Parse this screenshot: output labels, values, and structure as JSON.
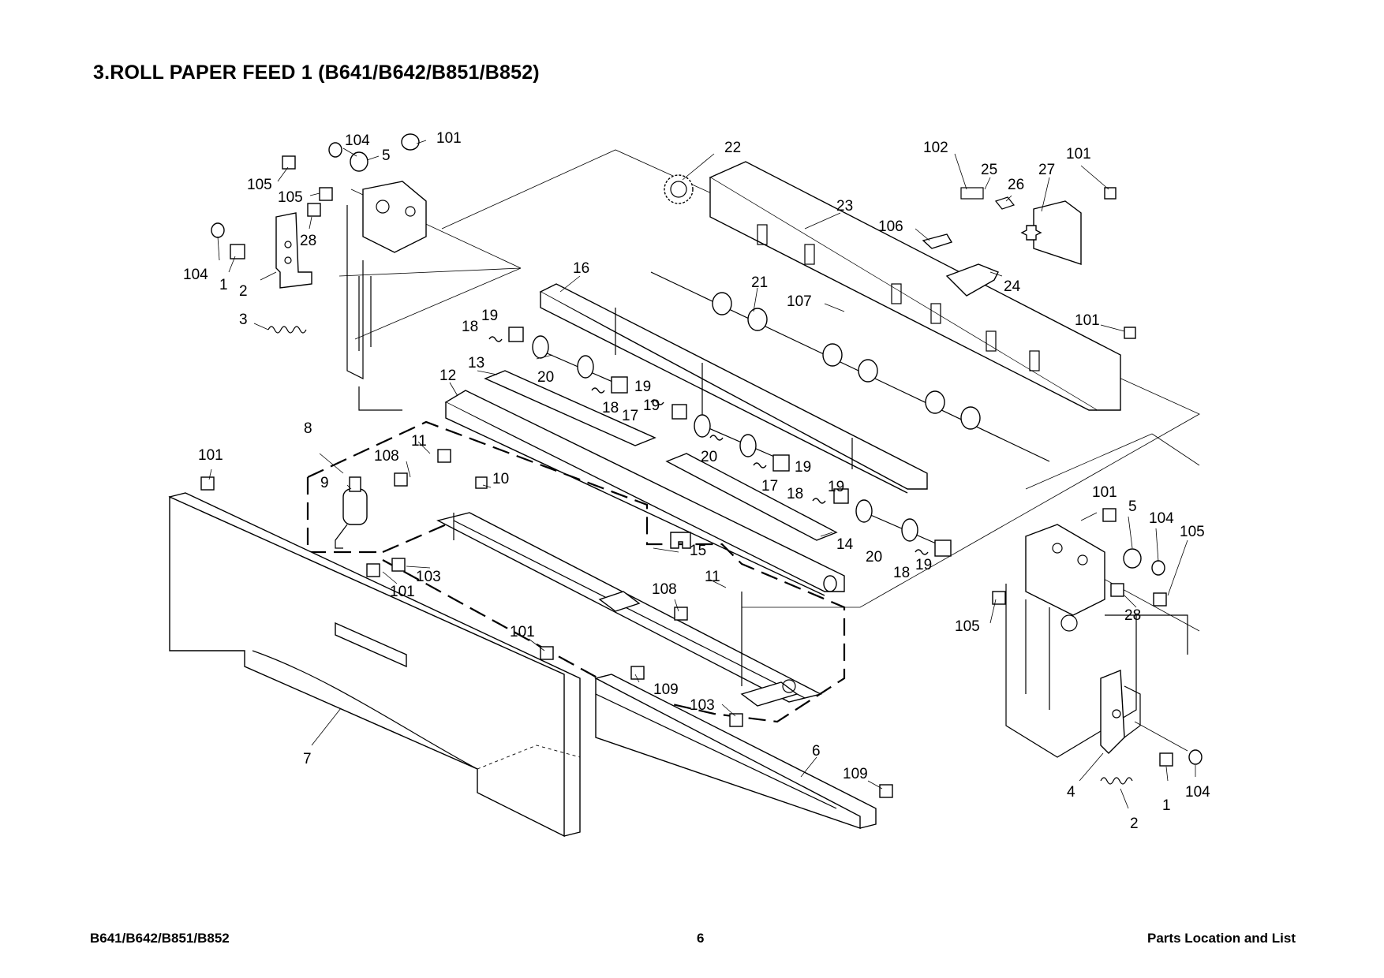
{
  "page": {
    "title": "3.ROLL PAPER FEED 1 (B641/B642/B851/B852)",
    "footer_left": "B641/B642/B851/B852",
    "footer_page": "6",
    "footer_right": "Parts Location and List"
  },
  "diagram": {
    "callouts": [
      {
        "id": "c1",
        "label": "104"
      },
      {
        "id": "c2",
        "label": "101"
      },
      {
        "id": "c3",
        "label": "5"
      },
      {
        "id": "c4",
        "label": "105"
      },
      {
        "id": "c5",
        "label": "105"
      },
      {
        "id": "c6",
        "label": "28"
      },
      {
        "id": "c7",
        "label": "104"
      },
      {
        "id": "c8",
        "label": "1"
      },
      {
        "id": "c9",
        "label": "2"
      },
      {
        "id": "c10",
        "label": "3"
      },
      {
        "id": "c11",
        "label": "22"
      },
      {
        "id": "c12",
        "label": "102"
      },
      {
        "id": "c13",
        "label": "25"
      },
      {
        "id": "c14",
        "label": "26"
      },
      {
        "id": "c15",
        "label": "27"
      },
      {
        "id": "c16",
        "label": "101"
      },
      {
        "id": "c17",
        "label": "23"
      },
      {
        "id": "c18",
        "label": "106"
      },
      {
        "id": "c19",
        "label": "24"
      },
      {
        "id": "c20",
        "label": "16"
      },
      {
        "id": "c21",
        "label": "21"
      },
      {
        "id": "c22",
        "label": "107"
      },
      {
        "id": "c23",
        "label": "101"
      },
      {
        "id": "c24",
        "label": "19"
      },
      {
        "id": "c25",
        "label": "18"
      },
      {
        "id": "c26",
        "label": "13"
      },
      {
        "id": "c27",
        "label": "20"
      },
      {
        "id": "c28",
        "label": "19"
      },
      {
        "id": "c29",
        "label": "18"
      },
      {
        "id": "c30",
        "label": "12"
      },
      {
        "id": "c31",
        "label": "19"
      },
      {
        "id": "c32",
        "label": "17"
      },
      {
        "id": "c33",
        "label": "8"
      },
      {
        "id": "c34",
        "label": "11"
      },
      {
        "id": "c35",
        "label": "108"
      },
      {
        "id": "c36",
        "label": "20"
      },
      {
        "id": "c37",
        "label": "19"
      },
      {
        "id": "c38",
        "label": "17"
      },
      {
        "id": "c39",
        "label": "19"
      },
      {
        "id": "c40",
        "label": "18"
      },
      {
        "id": "c41",
        "label": "101"
      },
      {
        "id": "c42",
        "label": "9"
      },
      {
        "id": "c43",
        "label": "10"
      },
      {
        "id": "c44",
        "label": "101"
      },
      {
        "id": "c45",
        "label": "5"
      },
      {
        "id": "c46",
        "label": "104"
      },
      {
        "id": "c47",
        "label": "105"
      },
      {
        "id": "c48",
        "label": "15"
      },
      {
        "id": "c49",
        "label": "14"
      },
      {
        "id": "c50",
        "label": "20"
      },
      {
        "id": "c51",
        "label": "19"
      },
      {
        "id": "c52",
        "label": "18"
      },
      {
        "id": "c53",
        "label": "103"
      },
      {
        "id": "c54",
        "label": "101"
      },
      {
        "id": "c55",
        "label": "11"
      },
      {
        "id": "c56",
        "label": "108"
      },
      {
        "id": "c57",
        "label": "28"
      },
      {
        "id": "c58",
        "label": "105"
      },
      {
        "id": "c59",
        "label": "101"
      },
      {
        "id": "c60",
        "label": "109"
      },
      {
        "id": "c61",
        "label": "103"
      },
      {
        "id": "c62",
        "label": "7"
      },
      {
        "id": "c63",
        "label": "6"
      },
      {
        "id": "c64",
        "label": "109"
      },
      {
        "id": "c65",
        "label": "4"
      },
      {
        "id": "c66",
        "label": "1"
      },
      {
        "id": "c67",
        "label": "104"
      },
      {
        "id": "c68",
        "label": "2"
      }
    ]
  }
}
